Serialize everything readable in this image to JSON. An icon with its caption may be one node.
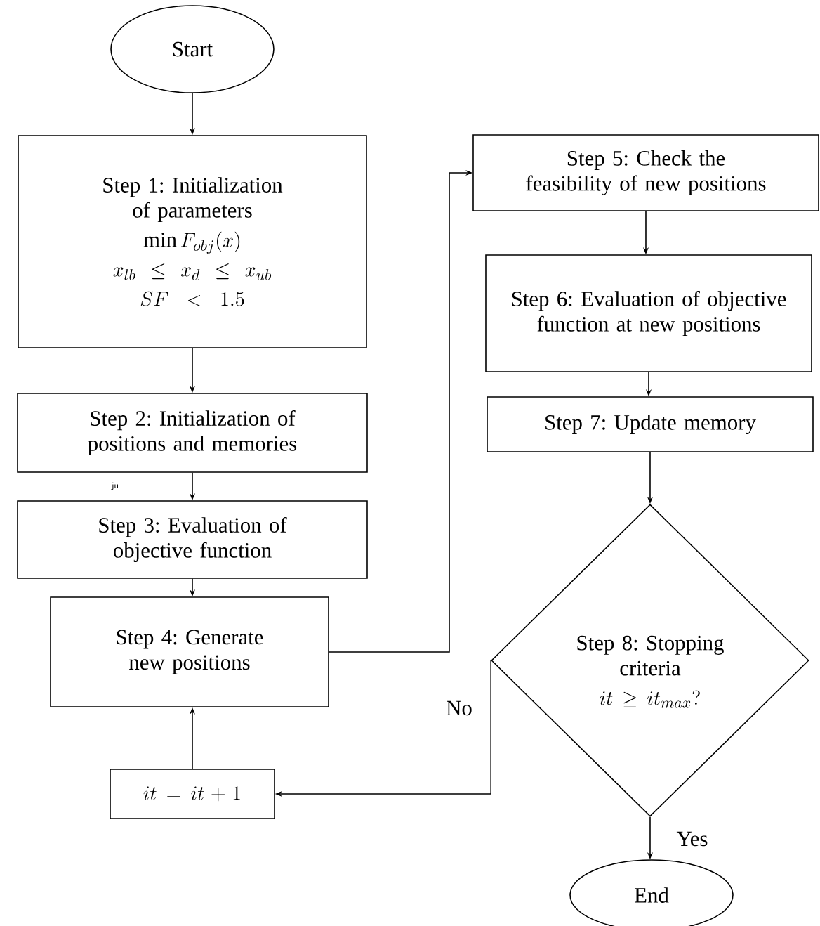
{
  "diagram": {
    "nodes": [
      {
        "text": [
          "Start"
        ]
      },
      {
        "text": [
          "Step 1: Initialization of parameters",
          "\\min F_{obj}(x)",
          "x_{lb} \\leq x_{d} \\leq x_{ub}",
          "SF < 1.5"
        ]
      },
      {
        "text": [
          "Step 2: Initialization of positions and memories"
        ]
      },
      {
        "text": [
          "Step 3: Evaluation of objective function"
        ]
      },
      {
        "text": [
          "Step 4: Generate new positions"
        ]
      },
      {
        "text": [
          "Step 5: Check the feasibility of new positions"
        ]
      },
      {
        "text": [
          "Step 6: Evaluation of objective function at new positions"
        ]
      },
      {
        "text": [
          "Step 7: Update memory"
        ]
      },
      {
        "text": [
          "Step 8: Stopping criteria",
          "it \\geq it_{max}?"
        ]
      },
      {
        "text": [
          "it = it + 1"
        ]
      },
      {
        "text": [
          "End"
        ]
      }
    ],
    "edges": [
      {
        "from": 0,
        "to": 1,
        "arrow": "to"
      },
      {
        "from": 1,
        "to": 2,
        "arrow": "to"
      },
      {
        "from": 2,
        "to": 3,
        "arrow": "to"
      },
      {
        "from": 3,
        "to": 4,
        "arrow": "to"
      },
      {
        "from": 4,
        "to": 5,
        "arrow": "to"
      },
      {
        "from": 5,
        "to": 6,
        "arrow": "to"
      },
      {
        "from": 6,
        "to": 7,
        "arrow": "to"
      },
      {
        "from": 7,
        "to": 8,
        "arrow": "to"
      },
      {
        "from": 8,
        "to": 9,
        "arrow": "to",
        "label": "No"
      },
      {
        "from": 9,
        "to": 4,
        "arrow": "to"
      },
      {
        "from": 8,
        "to": 10,
        "arrow": "to",
        "label": "Yes"
      }
    ],
    "labels": [
      "ju"
    ]
  }
}
